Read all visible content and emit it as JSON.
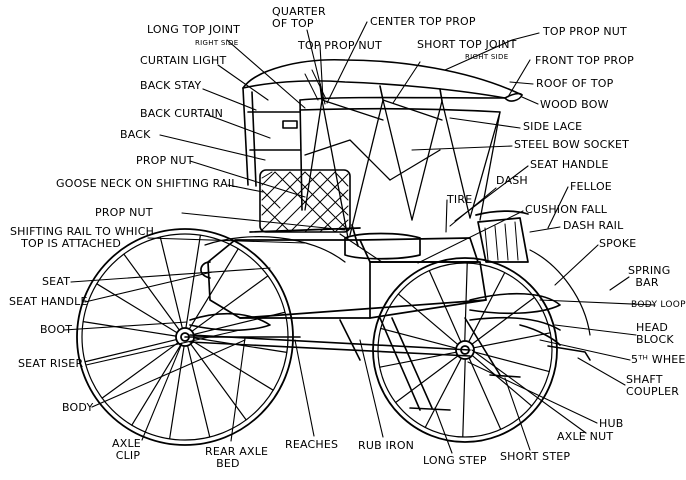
{
  "colors": {
    "ink": "#000000",
    "paper": "#ffffff"
  },
  "labels": {
    "quarter_of_top": "QUARTER\nOF TOP",
    "long_top_joint": "LONG TOP JOINT",
    "long_top_joint_side": "RIGHT SIDE",
    "center_top_prop": "CENTER TOP PROP",
    "top_prop_nut_upper": "TOP PROP NUT",
    "top_prop_nut_right": "TOP PROP NUT",
    "short_top_joint": "SHORT TOP JOINT",
    "short_top_joint_side": "RIGHT SIDE",
    "front_top_prop": "FRONT TOP PROP",
    "curtain_light": "CURTAIN LIGHT",
    "roof_of_top": "ROOF OF TOP",
    "back_stay": "BACK STAY",
    "wood_bow": "WOOD BOW",
    "back_curtain": "BACK CURTAIN",
    "side_lace": "SIDE LACE",
    "back": "BACK",
    "steel_bow_socket": "STEEL BOW SOCKET",
    "prop_nut_upper": "PROP NUT",
    "seat_handle_upper": "SEAT HANDLE",
    "goose_neck": "GOOSE NECK ON SHIFTING RAIL",
    "dash": "DASH",
    "felloe": "FELLOE",
    "tire": "TIRE",
    "cushion_fall": "CUSHION FALL",
    "prop_nut_lower": "PROP NUT",
    "dash_rail": "DASH RAIL",
    "shifting_rail": "SHIFTING RAIL TO WHICH\n   TOP IS ATTACHED",
    "spoke": "SPOKE",
    "seat": "SEAT",
    "spring_bar": "SPRING\n  BAR",
    "seat_handle_lower": "SEAT HANDLE",
    "body_loop": "BODY LOOP",
    "boot": "BOOT",
    "head_block": "HEAD\nBLOCK",
    "seat_riser": "SEAT RISER",
    "fifth_wheel": "5ᵀᴴ WHEEL",
    "shaft_coupler": "SHAFT\nCOUPLER",
    "body": "BODY",
    "hub": "HUB",
    "axle_nut": "AXLE NUT",
    "axle_clip": "AXLE\n CLIP",
    "rear_axle_bed": "REAR AXLE\n   BED",
    "reaches": "REACHES",
    "rub_iron": "RUB IRON",
    "long_step": "LONG STEP",
    "short_step": "SHORT STEP"
  }
}
